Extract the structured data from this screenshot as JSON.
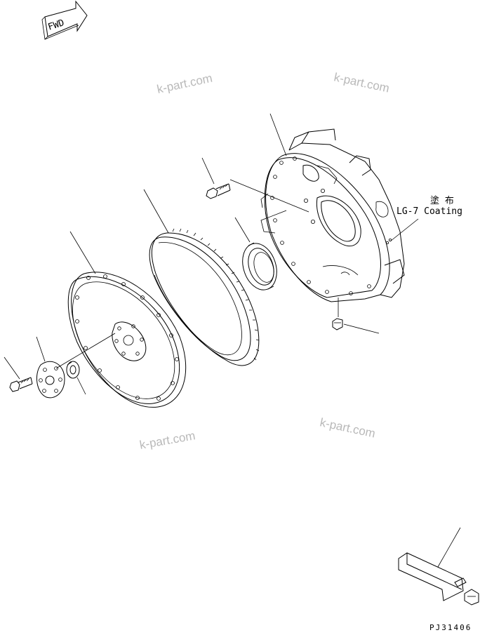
{
  "badge": {
    "text": "FWD"
  },
  "watermark": "k-part.com",
  "annotation": {
    "line1": "塗 布",
    "line2": "LG-7 Coating"
  },
  "drawing_code": "PJ31406"
}
